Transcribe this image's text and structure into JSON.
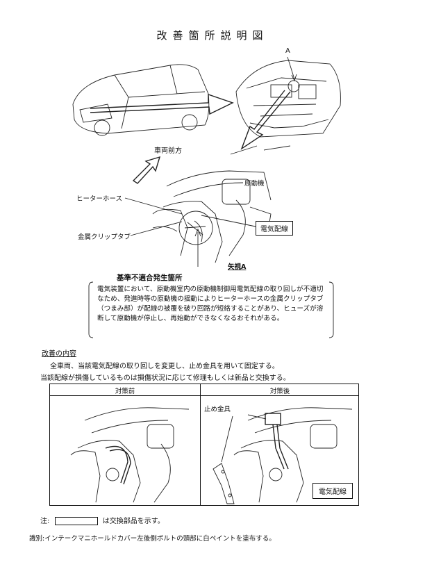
{
  "title": "改善箇所説明図",
  "callout_a": "A",
  "labels": {
    "vehicle_front": "車両前方",
    "engine": "原動機",
    "heater_hose": "ヒーターホース",
    "clip_tab": "金属クリップタブ",
    "wiring": "電気配線",
    "view_a": "矢視A",
    "defect_location": "基準不適合発生箇所"
  },
  "description": "電気装置において、原動機室内の原動機制御用電気配線の取り回しが不適切なため、発進時等の原動機の揺動によりヒーターホースの金属クリップタブ（つまみ部）が配線の被覆を破り回路が短絡することがあり、ヒューズが溶断して原動機が停止し、再始動ができなくなるおそれがある。",
  "improvement": {
    "heading": "改善の内容",
    "line1": "全車両、当該電気配線の取り回しを変更し、止め金具を用いて固定する。",
    "line2": "当該配線が損傷しているものは損傷状況に応じて修理もしくは新品と交換する。"
  },
  "table": {
    "before": "対策前",
    "after": "対策後",
    "bracket": "止め金具",
    "wiring": "電気配線"
  },
  "note": {
    "prefix": "注:",
    "suffix": "は交換部品を示す。"
  },
  "identification": "識別:インテークマニホールドカバー左後側ボルトの頭部に白ペイントを塗布する。"
}
